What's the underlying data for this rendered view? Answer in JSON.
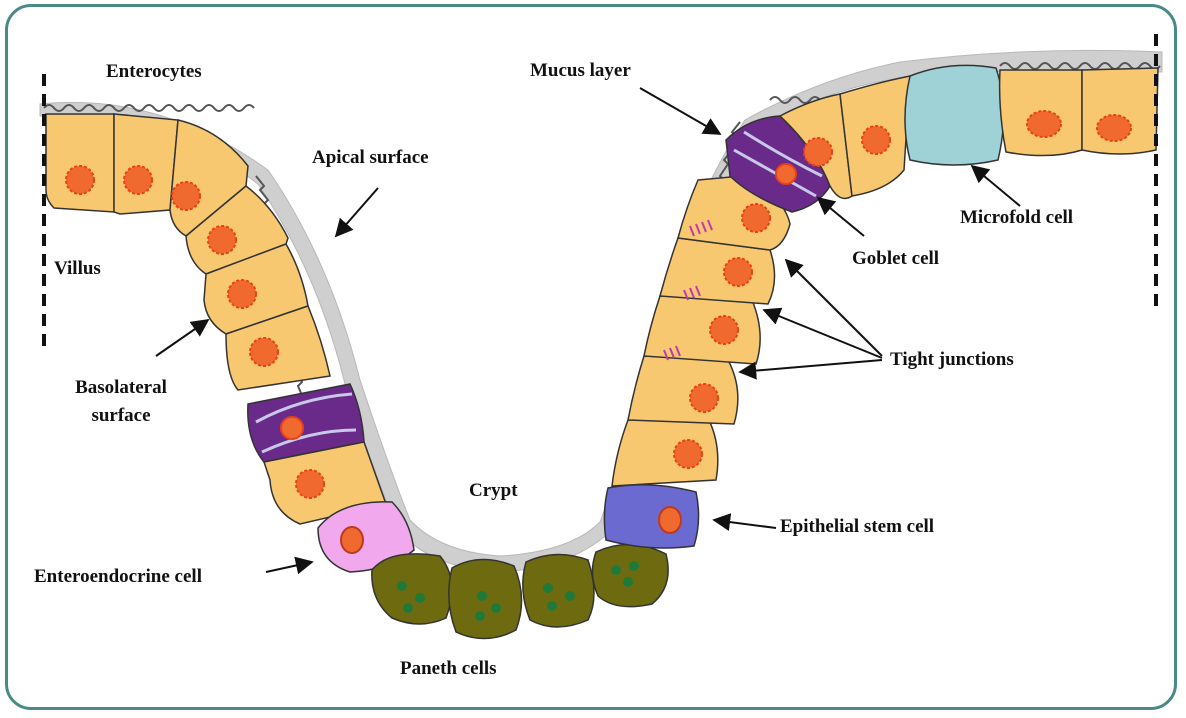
{
  "labels": {
    "enterocytes": "Enterocytes",
    "villus": "Villus",
    "apical_surface": "Apical surface",
    "basolateral_line1": "Basolateral",
    "basolateral_line2": "surface",
    "crypt": "Crypt",
    "enteroendocrine_cell": "Enteroendocrine cell",
    "paneth_cells": "Paneth cells",
    "mucus_layer": "Mucus layer",
    "goblet_cell": "Goblet cell",
    "microfold_cell": "Microfold  cell",
    "tight_junctions": "Tight junctions",
    "epithelial_stem_cell": "Epithelial stem cell"
  },
  "colors": {
    "frame": "#4a8a86",
    "enterocyte": "#f8c870",
    "nucleus": "#f06a30",
    "nucleus_border": "#e8401a",
    "goblet": "#6a2a8a",
    "microfold": "#9fd2d6",
    "enteroendocrine": "#f2a8ec",
    "paneth": "#6e6a10",
    "paneth_granule": "#1f7a3a",
    "stem_cell": "#6a6ad0",
    "mucus": "#cfcfcf",
    "tight_junction": "#c03aa8"
  }
}
